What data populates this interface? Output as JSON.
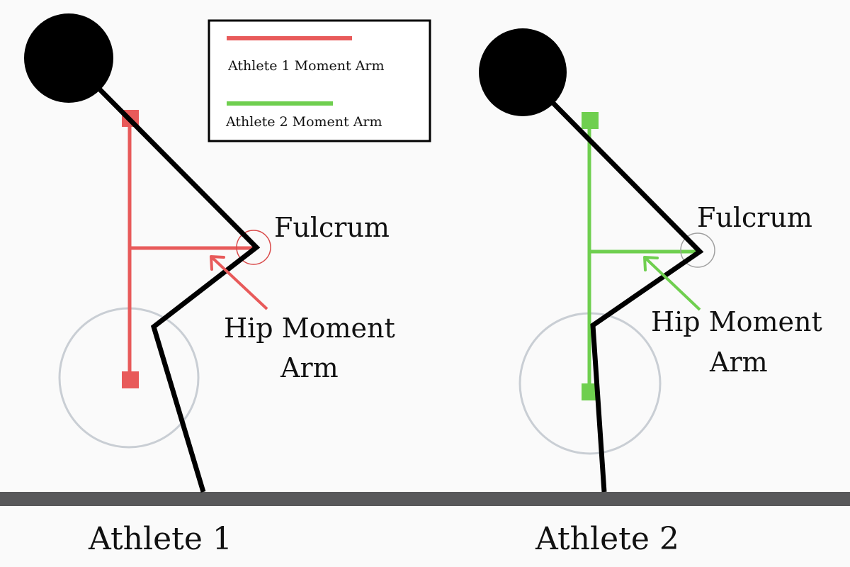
{
  "legend": {
    "items": [
      {
        "label": "Athlete 1 Moment Arm",
        "color": "#e85a5a"
      },
      {
        "label": "Athlete 2 Moment Arm",
        "color": "#6fcf4f"
      }
    ]
  },
  "athlete1": {
    "fulcrum_label": "Fulcrum",
    "hip_label_line1": "Hip Moment",
    "hip_label_line2": "Arm",
    "caption": "Athlete 1",
    "arm_color": "#e85a5a"
  },
  "athlete2": {
    "fulcrum_label": "Fulcrum",
    "hip_label_line1": "Hip Moment",
    "hip_label_line2": "Arm",
    "caption": "Athlete 2",
    "arm_color": "#6fcf4f"
  },
  "colors": {
    "body": "#000000",
    "plate": "#c9ced4",
    "ground": "#58585a",
    "background": "#fafafa"
  }
}
